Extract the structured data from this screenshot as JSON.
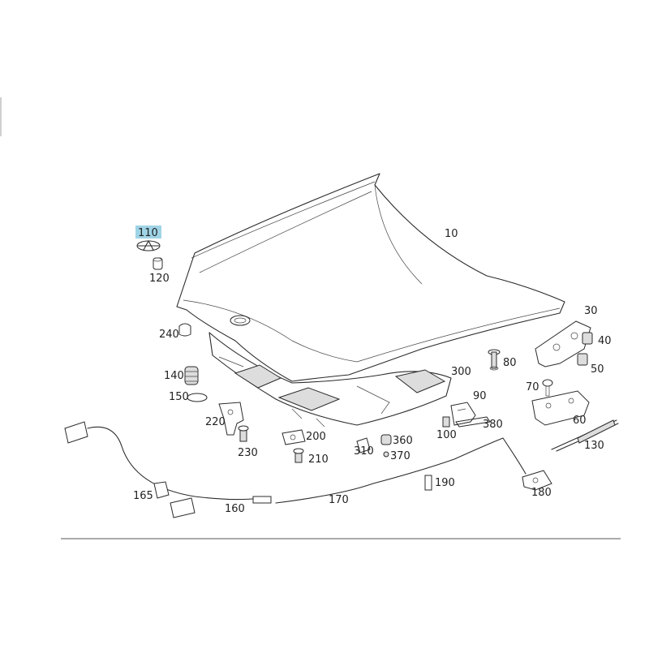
{
  "highlight_color": "#9fd4e6",
  "labels": {
    "p10": "10",
    "p30": "30",
    "p40": "40",
    "p50": "50",
    "p60": "60",
    "p70": "70",
    "p80": "80",
    "p90": "90",
    "p100": "100",
    "p110": "110",
    "p120": "120",
    "p130": "130",
    "p140": "140",
    "p150": "150",
    "p160": "160",
    "p165": "165",
    "p170": "170",
    "p180": "180",
    "p190": "190",
    "p200": "200",
    "p210": "210",
    "p220": "220",
    "p230": "230",
    "p240": "240",
    "p300": "300",
    "p310": "310",
    "p360": "360",
    "p370": "370",
    "p380": "380"
  }
}
